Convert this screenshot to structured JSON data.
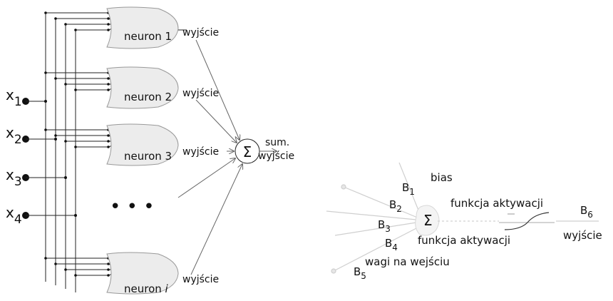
{
  "left_diagram": {
    "inputs": [
      {
        "symbol": "x",
        "index": "1"
      },
      {
        "symbol": "x",
        "index": "2"
      },
      {
        "symbol": "x",
        "index": "3"
      },
      {
        "symbol": "x",
        "index": "4"
      }
    ],
    "neurons": [
      {
        "label": "neuron 1",
        "output": "wyjście"
      },
      {
        "label": "neuron 2",
        "output": "wyjście"
      },
      {
        "label": "neuron 3",
        "output": "wyjście"
      },
      {
        "label": "neuron ",
        "label_italic": "i",
        "output": "wyjście"
      }
    ],
    "ellipsis": "• • •",
    "sum_symbol": "Σ",
    "sum_label_line1": "sum.",
    "sum_label_line2": "wyjście"
  },
  "right_diagram": {
    "bias": "bias",
    "weights": [
      {
        "letter": "B",
        "index": "1"
      },
      {
        "letter": "B",
        "index": "2"
      },
      {
        "letter": "B",
        "index": "3"
      },
      {
        "letter": "B",
        "index": "4"
      },
      {
        "letter": "B",
        "index": "5"
      }
    ],
    "output_weight": {
      "letter": "B",
      "index": "6"
    },
    "activation_top": "funkcja aktywacji",
    "activation_bottom": "funkcja aktywacji",
    "weights_label": "wagi na wejściu",
    "output_label": "wyjście",
    "sum_symbol": "Σ"
  }
}
